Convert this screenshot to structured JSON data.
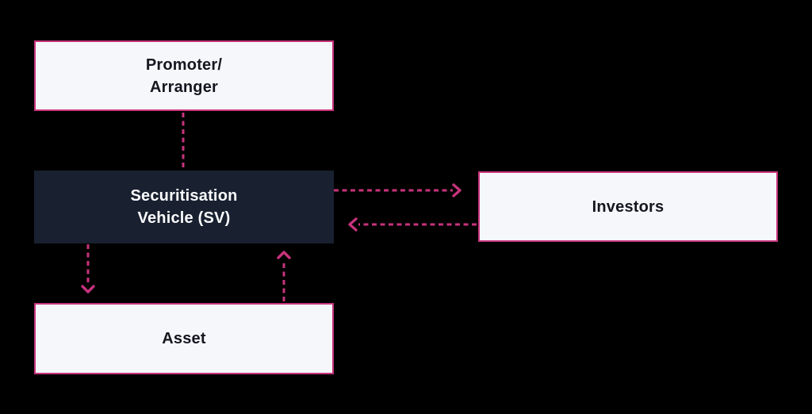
{
  "diagram": {
    "description": "Securitisation structure flow diagram",
    "colors": {
      "background": "#000000",
      "accent_pink": "#C7337C",
      "node_light_fill": "#F6F7FB",
      "node_dark_fill": "#19202F",
      "text_dark": "#16161F",
      "text_light": "#FAFBFD"
    },
    "nodes": {
      "promoter": {
        "label": "Promoter/\nArranger",
        "variant": "light"
      },
      "sv": {
        "label": "Securitisation\nVehicle (SV)",
        "variant": "dark"
      },
      "investors": {
        "label": "Investors",
        "variant": "light"
      },
      "asset": {
        "label": "Asset",
        "variant": "light"
      }
    },
    "connectors": [
      {
        "from": "promoter",
        "to": "sv",
        "style": "dashed",
        "arrowhead": "none"
      },
      {
        "from": "sv",
        "to": "investors",
        "style": "dashed",
        "arrowhead": "end"
      },
      {
        "from": "investors",
        "to": "sv",
        "style": "dashed",
        "arrowhead": "end"
      },
      {
        "from": "sv",
        "to": "asset",
        "style": "dashed",
        "arrowhead": "end"
      },
      {
        "from": "asset",
        "to": "sv",
        "style": "dashed",
        "arrowhead": "end"
      }
    ]
  }
}
